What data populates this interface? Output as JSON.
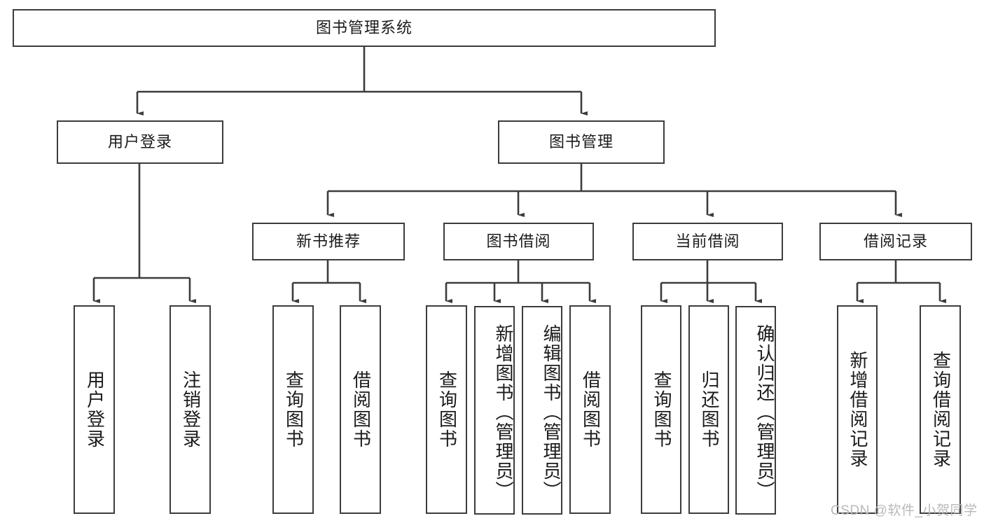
{
  "diagram": {
    "title": "图书管理系统",
    "type": "hierarchy-tree",
    "root": {
      "label": "图书管理系统"
    },
    "level2": [
      {
        "label": "用户登录"
      },
      {
        "label": "图书管理"
      }
    ],
    "level3": [
      {
        "label": "新书推荐",
        "parent": "图书管理"
      },
      {
        "label": "图书借阅",
        "parent": "图书管理"
      },
      {
        "label": "当前借阅",
        "parent": "图书管理"
      },
      {
        "label": "借阅记录",
        "parent": "图书管理"
      }
    ],
    "leaves_user_login": [
      {
        "label": "用户登录"
      },
      {
        "label": "注销登录"
      }
    ],
    "leaves_new_book": [
      {
        "label": "查询图书"
      },
      {
        "label": "借阅图书"
      }
    ],
    "leaves_borrow": [
      {
        "label": "查询图书"
      },
      {
        "label": "新增图书（管理员）"
      },
      {
        "label": "编辑图书（管理员）"
      },
      {
        "label": "借阅图书"
      }
    ],
    "leaves_current": [
      {
        "label": "查询图书"
      },
      {
        "label": "归还图书"
      },
      {
        "label": "确认归还（管理员）"
      }
    ],
    "leaves_record": [
      {
        "label": "新增借阅记录"
      },
      {
        "label": "查询借阅记录"
      }
    ]
  },
  "watermark": {
    "text": "CSDN @软件_小贺同学"
  },
  "colors": {
    "stroke": "#3c3c3c",
    "background": "#ffffff",
    "text": "#1b1b1b",
    "watermark": "#b9b9b9"
  }
}
